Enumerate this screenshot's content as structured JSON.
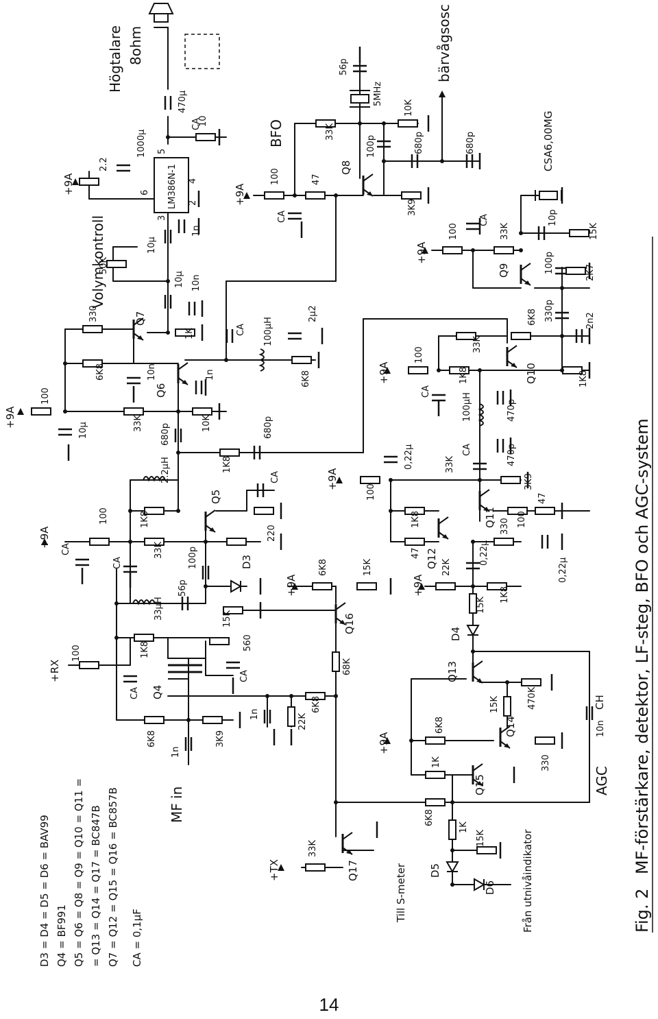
{
  "caption": {
    "fig_label": "Fig. 2",
    "fig_title": "MF-förstärkare, detektor, LF-steg, BFO och AGC-system"
  },
  "legend": {
    "line1": "D3 = D4 = D5 = D6 = BAV99",
    "line2": "Q4 = BF991",
    "line3": "Q5 = Q6 = Q8 = Q9 = Q10 = Q11 =",
    "line4": "= Q13 = Q14 = Q17 = BC847B",
    "line5": "Q7 = Q12 = Q15 = Q16 = BC857B",
    "line6": "CA = 0,1μF"
  },
  "page_number": "14",
  "rails": {
    "p9a": "+9A",
    "rx": "+RX",
    "tx": "+TX"
  },
  "io": {
    "mf_in": "MF in",
    "speaker": "Högtalare",
    "speaker_ohm": "8ohm",
    "volume": "Volymkontroll",
    "vol_pot": "50K",
    "bfo": "BFO",
    "bfo_out": "bärvågsosc ut",
    "crystal_filter": "CSA6,00MG",
    "agc": "AGC",
    "s_meter": "Till S-meter",
    "level_ind": "Från utnivåindikator",
    "ic": "LM386N-1",
    "crystal": "5MHz"
  },
  "transistors": {
    "q4": "Q4",
    "q5": "Q5",
    "q6": "Q6",
    "q7": "Q7",
    "q8": "Q8",
    "q9": "Q9",
    "q10": "Q10",
    "q11": "Q11",
    "q12": "Q12",
    "q13": "Q13",
    "q14": "Q14",
    "q15": "Q15",
    "q16": "Q16",
    "q17": "Q17",
    "d3": "D3",
    "d4": "D4",
    "d5": "D5",
    "d6": "D6"
  },
  "components": {
    "r100_rx": "100",
    "c_ca_rx": "CA",
    "r1k8_q4": "1K8",
    "r6k8_q4": "6K8",
    "c1n_in": "1n",
    "r3k9": "3K9",
    "c_ca_q4s": "CA",
    "r560": "560",
    "l33u": "33μH",
    "c56p": "56p",
    "r15k_q5": "15K",
    "c100p": "100p",
    "r220": "220",
    "c_ca_q5e": "CA",
    "r1k8_q5": "1K8",
    "r33k_q5": "33K",
    "r100_q5": "100",
    "c_ca_q5a": "CA",
    "c_ca_q5b": "CA",
    "l2u2": "2.2μH",
    "c680p_a": "680p",
    "r1k8_det": "1K8",
    "c680p_b": "680p",
    "r10k_q6": "10K",
    "r33k_q6": "33K",
    "r100_q6": "100",
    "c10u_q6": "10μ",
    "r6k8_q6": "6K8",
    "c10n_q6": "10n",
    "c1n_q6": "1n",
    "r330_q7": "330",
    "r1k_q7": "1K",
    "c10n_q7": "10n",
    "c10u_q7": "10μ",
    "c_ca_lf": "CA",
    "l100u_lf": "100μH",
    "c2u2": "2μ2",
    "r6k8_lf": "6K8",
    "c10u_vol": "10μ",
    "c1n_ic": "1n",
    "r2k2": "2.2",
    "c1000u": "1000μ",
    "c_ca_out": "CA",
    "r10_out": "10",
    "c470u": "470μ",
    "pin3": "3",
    "pin2": "2",
    "pin4": "4",
    "pin5": "5",
    "pin6": "6",
    "r100_bfo": "100",
    "c_ca_bfo": "CA",
    "r47_bfo": "47",
    "r33k_bfo": "33K",
    "c56p_bfo": "56p",
    "c100p_bfo": "100p",
    "r10k_bfo": "10K",
    "c680p_bfo": "680p",
    "c680p_out": "680p",
    "r3k9_bfo": "3K9",
    "r100_q9": "100",
    "c_ca_q9": "CA",
    "r33k_q9": "33K",
    "c10p_q9": "10p",
    "r15k_q9": "15K",
    "c100p_q9": "100p",
    "r2k7": "2K7",
    "c330p_q9": "330p",
    "c2n2": "2n2",
    "r6k8_q9": "6K8",
    "r1k8_q9": "1K8",
    "r100_q10": "100",
    "c_ca_q10": "CA",
    "r1k8_q10": "1K8",
    "r33k_q10": "33K",
    "l100u_q10": "100μH",
    "c470p_a": "470p",
    "c470p_b": "470p",
    "r3k9_q10": "3K9",
    "c_ca_q11": "CA",
    "r33k_q11": "33K",
    "c0u22_a": "0,22μ",
    "r100_q11": "100",
    "r1k8_q11": "1K8",
    "r47_q11": "47",
    "r330_q11": "330",
    "r100_q11e": "100",
    "r47_q11e": "47",
    "c0u22_b": "0,22μ",
    "c0u22_c": "0,22μ",
    "r22k_q12": "22K",
    "r15k_q12": "15K",
    "r1k8_q12": "1K8",
    "r6k8_q16": "6K8",
    "r15k_q16": "15K",
    "r68k": "68K",
    "r6k8_agc": "6K8",
    "c1n_agc": "1n",
    "r22k_agc": "22K",
    "r470k": "470K",
    "r15k_q14": "15K",
    "c10n_ch": "10n",
    "ch": "CH",
    "r6k8_q14": "6K8",
    "r1k_q15": "1K",
    "r330_q14": "330",
    "r6k8_q17": "6K8",
    "r1k_sm": "1K",
    "r15k_sm": "15K",
    "r33k_q17": "33K"
  }
}
